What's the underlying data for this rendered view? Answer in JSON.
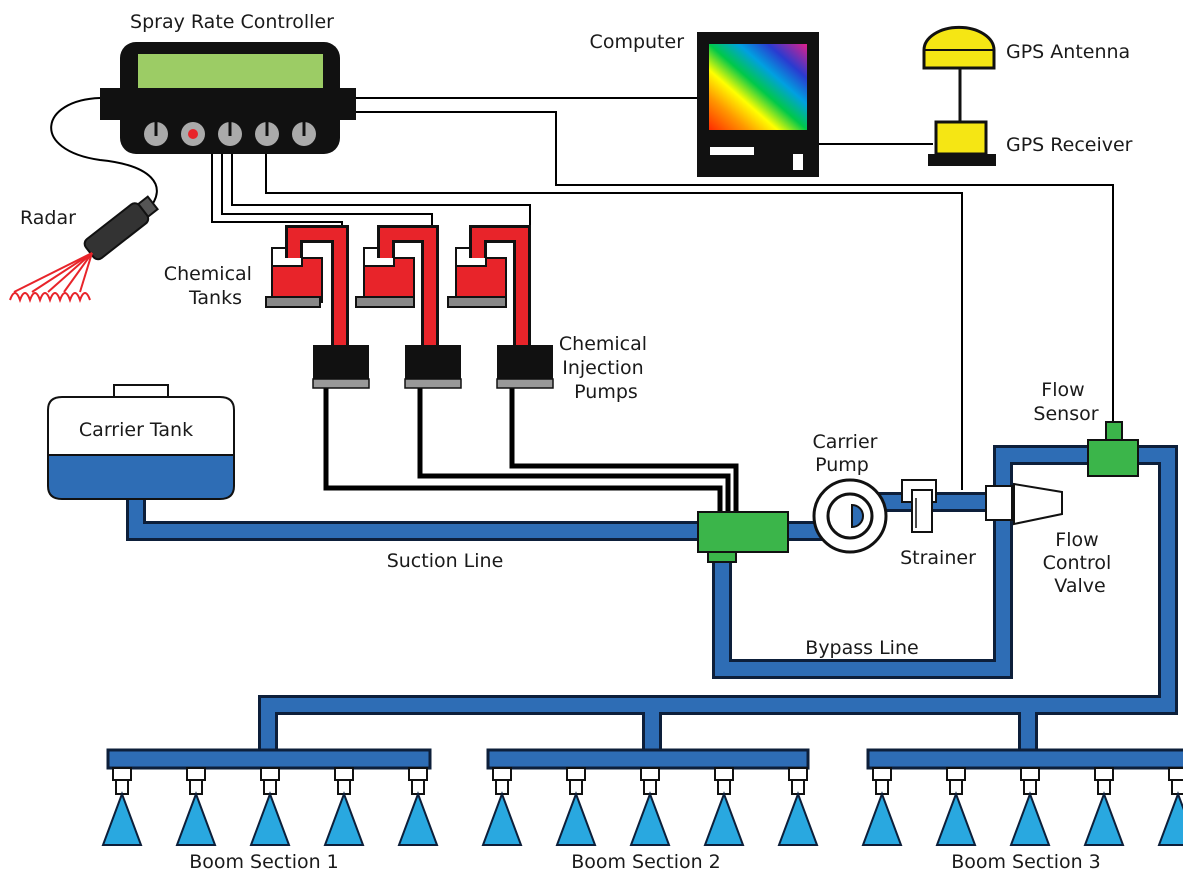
{
  "labels": {
    "spray_rate_controller": "Spray Rate Controller",
    "computer": "Computer",
    "gps_antenna": "GPS Antenna",
    "gps_receiver": "GPS Receiver",
    "radar": "Radar",
    "chemical_tanks_line1": "Chemical",
    "chemical_tanks_line2": "Tanks",
    "chemical_injection_pumps_line1": "Chemical",
    "chemical_injection_pumps_line2": "Injection",
    "chemical_injection_pumps_line3": "Pumps",
    "carrier_tank": "Carrier Tank",
    "carrier_pump_line1": "Carrier",
    "carrier_pump_line2": "Pump",
    "flow_sensor_line1": "Flow",
    "flow_sensor_line2": "Sensor",
    "strainer": "Strainer",
    "flow_control_valve_line1": "Flow",
    "flow_control_valve_line2": "Control",
    "flow_control_valve_line3": "Valve",
    "suction_line": "Suction Line",
    "bypass_line": "Bypass Line",
    "boom_section_1": "Boom Section 1",
    "boom_section_2": "Boom Section 2",
    "boom_section_3": "Boom Section 3"
  },
  "colors": {
    "pipe_blue": "#2e6db5",
    "pipe_outline": "#0d1f3a",
    "nozzle_spray": "#29a8e0",
    "chemical_red": "#e8242a",
    "fitting_green": "#3bb54a",
    "gps_yellow": "#f5e614",
    "controller_screen": "#9ccc65",
    "device_black": "#111111"
  },
  "boom_sections": [
    {
      "name_key": "boom_section_1",
      "nozzle_count": 5
    },
    {
      "name_key": "boom_section_2",
      "nozzle_count": 5
    },
    {
      "name_key": "boom_section_3",
      "nozzle_count": 5
    }
  ]
}
